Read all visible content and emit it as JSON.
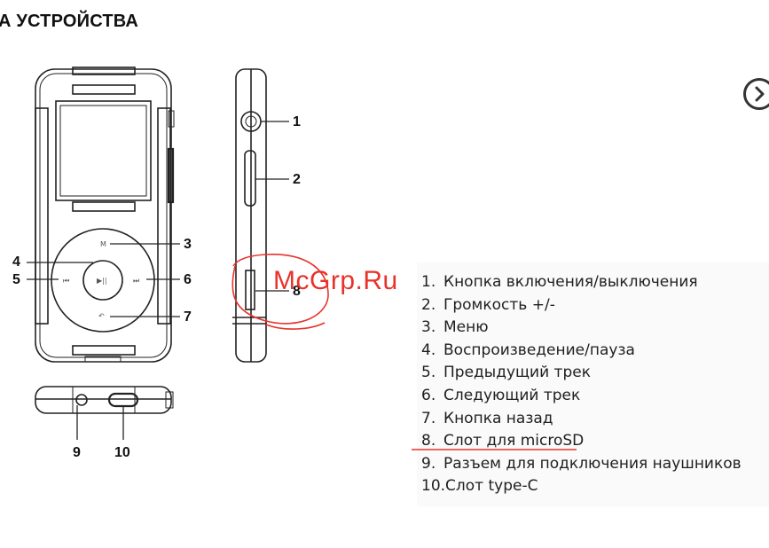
{
  "heading": "А УСТРОЙСТВА",
  "callouts": [
    "1",
    "2",
    "3",
    "4",
    "5",
    "6",
    "7",
    "8",
    "9",
    "10"
  ],
  "legend": [
    {
      "num": "1.",
      "text": "Кнопка включения/выключения"
    },
    {
      "num": "2.",
      "text": "Громкость +/-"
    },
    {
      "num": "3.",
      "text": "Меню"
    },
    {
      "num": "4.",
      "text": "Воспроизведение/пауза"
    },
    {
      "num": "5.",
      "text": "Предыдущий трек"
    },
    {
      "num": "6.",
      "text": "Следующий трек"
    },
    {
      "num": "7.",
      "text": "Кнопка назад"
    },
    {
      "num": "8.",
      "text": "Слот для microSD"
    },
    {
      "num": "9.",
      "text": "Разъем для подключения наушников"
    },
    {
      "num": "10.",
      "text": "Слот type-C"
    }
  ],
  "wheel_labels": {
    "menu": "M",
    "prev": "⏮",
    "play": "▶||",
    "next": "⏭",
    "back": "↶"
  },
  "watermark": "McGrp.Ru",
  "icons": {
    "next_page": "chevron-right-icon"
  },
  "colors": {
    "annotation": "#e8322b",
    "line": "#222222"
  }
}
